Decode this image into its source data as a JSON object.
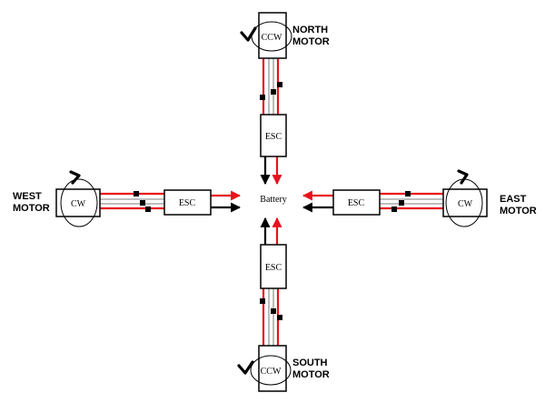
{
  "center_label": "Battery",
  "esc_label": "ESC",
  "motors": {
    "north": {
      "rotation": "CCW",
      "label_line1": "NORTH",
      "label_line2": "MOTOR"
    },
    "south": {
      "rotation": "CCW",
      "label_line1": "SOUTH",
      "label_line2": "MOTOR"
    },
    "west": {
      "rotation": "CW",
      "label_line1": "WEST",
      "label_line2": "MOTOR"
    },
    "east": {
      "rotation": "CW",
      "label_line1": "EAST",
      "label_line2": "MOTOR"
    }
  },
  "colors": {
    "positive": "#e8121c",
    "negative": "#000000",
    "signal": "#aaaaaa"
  }
}
